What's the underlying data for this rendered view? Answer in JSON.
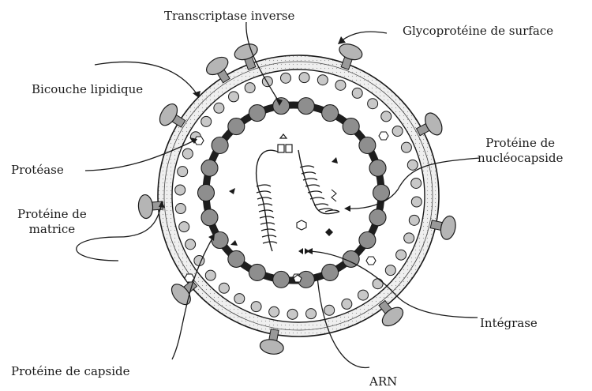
{
  "labels": {
    "transcriptase": "Transcriptase inverse",
    "glycoproteine": "Glycoprotéine de surface",
    "bicouche": "Bicouche lipidique",
    "protease": "Protéase",
    "nucleo_line1": "Protéine de",
    "nucleo_line2": "nucléocapside",
    "matrice_line1": "Protéine de",
    "matrice_line2": "matrice",
    "integrase": "Intégrase",
    "capside": "Protéine de capside",
    "arn": "ARN"
  },
  "colors": {
    "ink": "#1a1a1a",
    "membrane_fill": "#ededed",
    "protein_fill": "#c8c8c8",
    "knob_fill": "#b5b5b5",
    "capsid_bead": "#8e8e8e",
    "capsid_dark": "#1e1e1e"
  }
}
